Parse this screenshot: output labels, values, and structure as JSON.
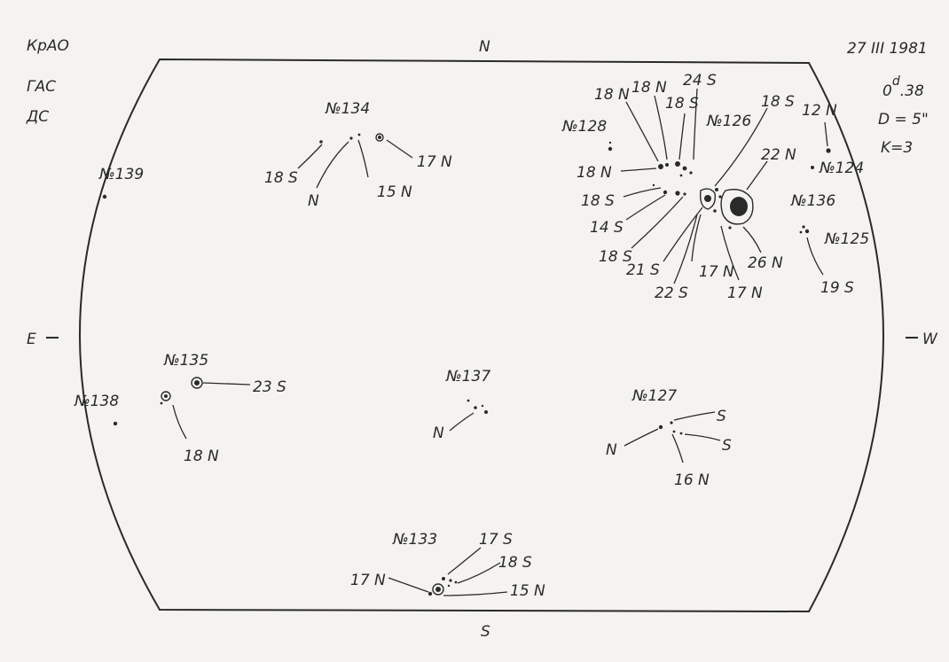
{
  "header": {
    "observatory": "КрАО",
    "instrument": "ГАС",
    "method": "ДС",
    "date": "27 III 1981",
    "time_value": "0",
    "time_unit": "d",
    "time_frac": ".38",
    "diameter": "D = 5\"",
    "quality": "K=3"
  },
  "compass": {
    "north": "N",
    "south": "S",
    "east": "E",
    "west": "W"
  },
  "regions": {
    "r134": {
      "name": "№134",
      "labels": [
        "18 S",
        "N",
        "15 N",
        "17 N"
      ]
    },
    "r139": {
      "name": "№139"
    },
    "r128": {
      "name": "№128"
    },
    "r126": {
      "name": "№126",
      "labels": [
        "18 N",
        "18 N",
        "24 S",
        "18 S",
        "18 S",
        "22 N",
        "18 N",
        "18 S",
        "14 S",
        "18 S",
        "21 S",
        "22 S",
        "17 N",
        "17 N",
        "26 N"
      ]
    },
    "r124": {
      "name": "№124",
      "labels": [
        "12 N"
      ]
    },
    "r136": {
      "name": "№136"
    },
    "r125": {
      "name": "№125",
      "labels": [
        "19 S"
      ]
    },
    "r135": {
      "name": "№135",
      "labels": [
        "23 S",
        "18 N"
      ]
    },
    "r138": {
      "name": "№138"
    },
    "r137": {
      "name": "№137",
      "labels": [
        "N"
      ]
    },
    "r127": {
      "name": "№127",
      "labels": [
        "S",
        "S",
        "N",
        "16 N"
      ]
    },
    "r133": {
      "name": "№133",
      "labels": [
        "17 S",
        "18 S",
        "17 N",
        "15 N"
      ]
    }
  }
}
